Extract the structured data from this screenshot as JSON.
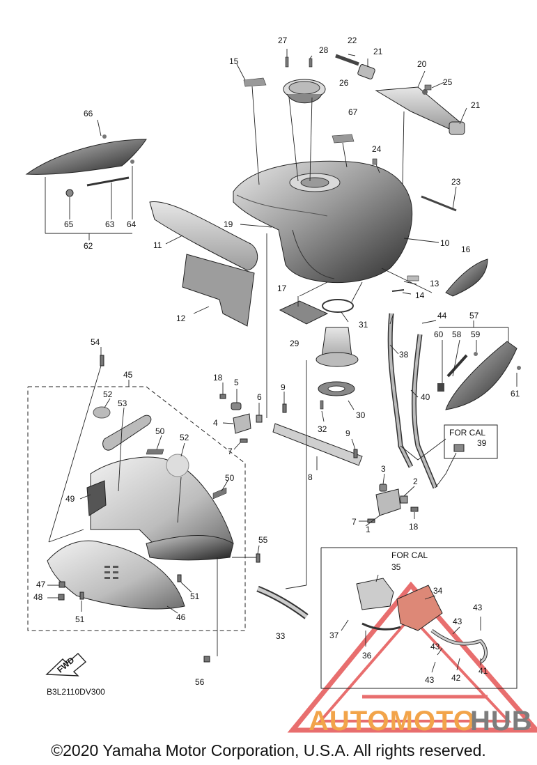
{
  "diagram_code": "B3L2110DV300",
  "copyright": "©2020 Yamaha Motor Corporation, U.S.A. All rights reserved.",
  "fwd_label": "FWD",
  "watermark": {
    "part1": "AUTOMOTO",
    "part2": "HUB",
    "color_orange": "#f2a44a",
    "color_gray": "#7d7d7d",
    "color_red": "#e34a4a"
  },
  "for_cal_box1": {
    "title": "FOR CAL",
    "part": "39"
  },
  "for_cal_box2": {
    "title": "FOR CAL"
  },
  "part_numbers": [
    "1",
    "2",
    "3",
    "4",
    "5",
    "6",
    "7",
    "8",
    "9",
    "10",
    "11",
    "12",
    "13",
    "14",
    "15",
    "16",
    "17",
    "18",
    "19",
    "20",
    "21",
    "22",
    "23",
    "24",
    "25",
    "26",
    "27",
    "28",
    "29",
    "30",
    "31",
    "32",
    "33",
    "34",
    "35",
    "36",
    "37",
    "38",
    "39",
    "40",
    "41",
    "42",
    "43",
    "44",
    "45",
    "46",
    "47",
    "48",
    "49",
    "50",
    "51",
    "52",
    "53",
    "54",
    "55",
    "56",
    "57",
    "58",
    "59",
    "60",
    "61",
    "62",
    "63",
    "64",
    "65",
    "66",
    "67"
  ],
  "callouts": [
    {
      "id": "c27",
      "text": "27"
    },
    {
      "id": "c28",
      "text": "28"
    },
    {
      "id": "c22",
      "text": "22"
    },
    {
      "id": "c21a",
      "text": "21"
    },
    {
      "id": "c20",
      "text": "20"
    },
    {
      "id": "c25",
      "text": "25"
    },
    {
      "id": "c15",
      "text": "15"
    },
    {
      "id": "c26",
      "text": "26"
    },
    {
      "id": "c21b",
      "text": "21"
    },
    {
      "id": "c66",
      "text": "66"
    },
    {
      "id": "c67",
      "text": "67"
    },
    {
      "id": "c24",
      "text": "24"
    },
    {
      "id": "c23",
      "text": "23"
    },
    {
      "id": "c65",
      "text": "65"
    },
    {
      "id": "c63",
      "text": "63"
    },
    {
      "id": "c64",
      "text": "64"
    },
    {
      "id": "c62",
      "text": "62"
    },
    {
      "id": "c19",
      "text": "19"
    },
    {
      "id": "c10",
      "text": "10"
    },
    {
      "id": "c11",
      "text": "11"
    },
    {
      "id": "c16",
      "text": "16"
    },
    {
      "id": "c13",
      "text": "13"
    },
    {
      "id": "c14",
      "text": "14"
    },
    {
      "id": "c17",
      "text": "17"
    },
    {
      "id": "c12",
      "text": "12"
    },
    {
      "id": "c31",
      "text": "31"
    },
    {
      "id": "c44",
      "text": "44"
    },
    {
      "id": "c57",
      "text": "57"
    },
    {
      "id": "c54",
      "text": "54"
    },
    {
      "id": "c29",
      "text": "29"
    },
    {
      "id": "c60",
      "text": "60"
    },
    {
      "id": "c58",
      "text": "58"
    },
    {
      "id": "c59",
      "text": "59"
    },
    {
      "id": "c38",
      "text": "38"
    },
    {
      "id": "c45",
      "text": "45"
    },
    {
      "id": "c18a",
      "text": "18"
    },
    {
      "id": "c5",
      "text": "5"
    },
    {
      "id": "c6",
      "text": "6"
    },
    {
      "id": "c9a",
      "text": "9"
    },
    {
      "id": "c52a",
      "text": "52"
    },
    {
      "id": "c53",
      "text": "53"
    },
    {
      "id": "c40",
      "text": "40"
    },
    {
      "id": "c61",
      "text": "61"
    },
    {
      "id": "c30",
      "text": "30"
    },
    {
      "id": "c4",
      "text": "4"
    },
    {
      "id": "c32",
      "text": "32"
    },
    {
      "id": "c9b",
      "text": "9"
    },
    {
      "id": "c50a",
      "text": "50"
    },
    {
      "id": "c52b",
      "text": "52"
    },
    {
      "id": "c7a",
      "text": "7"
    },
    {
      "id": "c3",
      "text": "3"
    },
    {
      "id": "c8",
      "text": "8"
    },
    {
      "id": "c50b",
      "text": "50"
    },
    {
      "id": "c2",
      "text": "2"
    },
    {
      "id": "c49",
      "text": "49"
    },
    {
      "id": "c7b",
      "text": "7"
    },
    {
      "id": "c18b",
      "text": "18"
    },
    {
      "id": "c1",
      "text": "1"
    },
    {
      "id": "c55",
      "text": "55"
    },
    {
      "id": "c35",
      "text": "35"
    },
    {
      "id": "c34",
      "text": "34"
    },
    {
      "id": "c47",
      "text": "47"
    },
    {
      "id": "c48",
      "text": "48"
    },
    {
      "id": "c51a",
      "text": "51"
    },
    {
      "id": "c51b",
      "text": "51"
    },
    {
      "id": "c46",
      "text": "46"
    },
    {
      "id": "c43a",
      "text": "43"
    },
    {
      "id": "c43b",
      "text": "43"
    },
    {
      "id": "c37",
      "text": "37"
    },
    {
      "id": "c33",
      "text": "33"
    },
    {
      "id": "c43c",
      "text": "43"
    },
    {
      "id": "c36",
      "text": "36"
    },
    {
      "id": "c42",
      "text": "42"
    },
    {
      "id": "c41",
      "text": "41"
    },
    {
      "id": "c43d",
      "text": "43"
    },
    {
      "id": "c56",
      "text": "56"
    }
  ]
}
